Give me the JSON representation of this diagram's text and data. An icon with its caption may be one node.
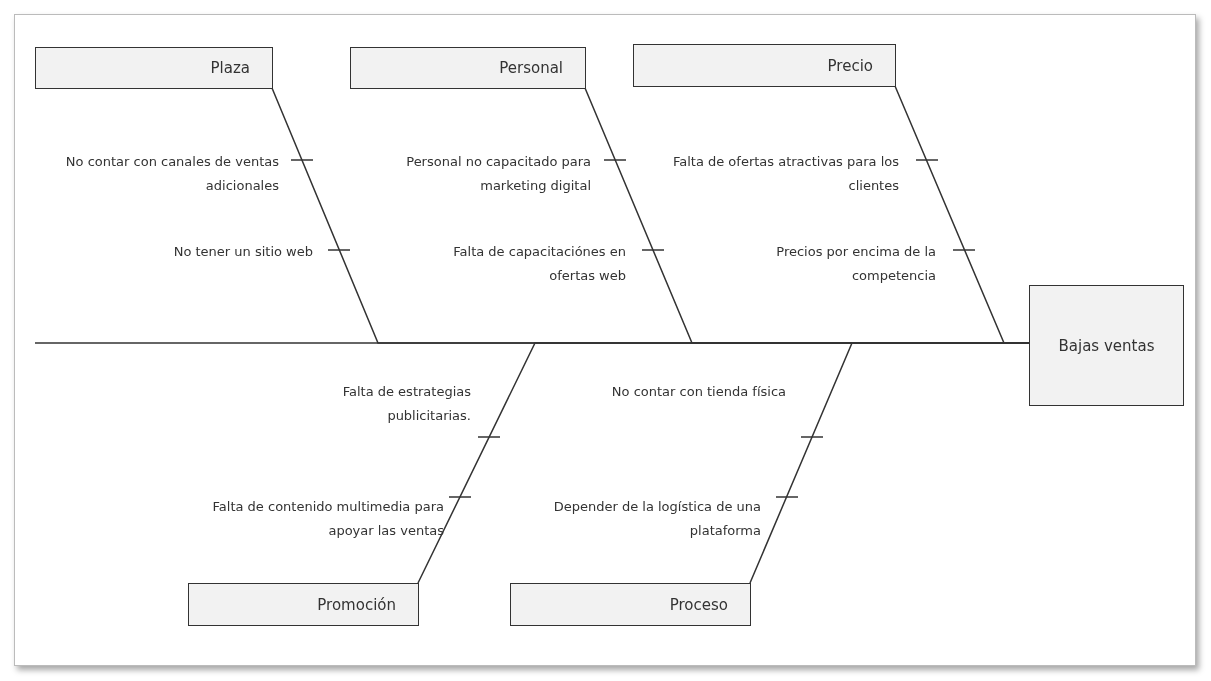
{
  "diagram": {
    "nodes": [
      {
        "text": [
          "Plaza"
        ]
      },
      {
        "text": [
          "Personal"
        ]
      },
      {
        "text": [
          "Precio"
        ]
      },
      {
        "text": [
          "Bajas ventas"
        ]
      },
      {
        "text": [
          "Promoción"
        ]
      },
      {
        "text": [
          "Proceso"
        ]
      }
    ],
    "edges": [
      {
        "from": 0,
        "to": 3,
        "arrow": "none"
      },
      {
        "from": 1,
        "to": 3,
        "arrow": "none"
      },
      {
        "from": 2,
        "to": 3,
        "arrow": "none"
      },
      {
        "from": 4,
        "to": 3,
        "arrow": "none"
      },
      {
        "from": 5,
        "to": 3,
        "arrow": "none"
      }
    ],
    "labels": [
      "No contar con canales de ventas adicionales",
      "No tener un sitio web",
      "Personal no capacitado para marketing digital",
      "Falta de capacitaciónes en ofertas web",
      "Falta de ofertas atractivas para los clientes",
      "Precios por encima de la competencia",
      "Falta de estrategias publicitarias.",
      "Falta de contenido multimedia para apoyar las ventas",
      "No contar con tienda física",
      "Depender de la logística de una plataforma"
    ]
  }
}
